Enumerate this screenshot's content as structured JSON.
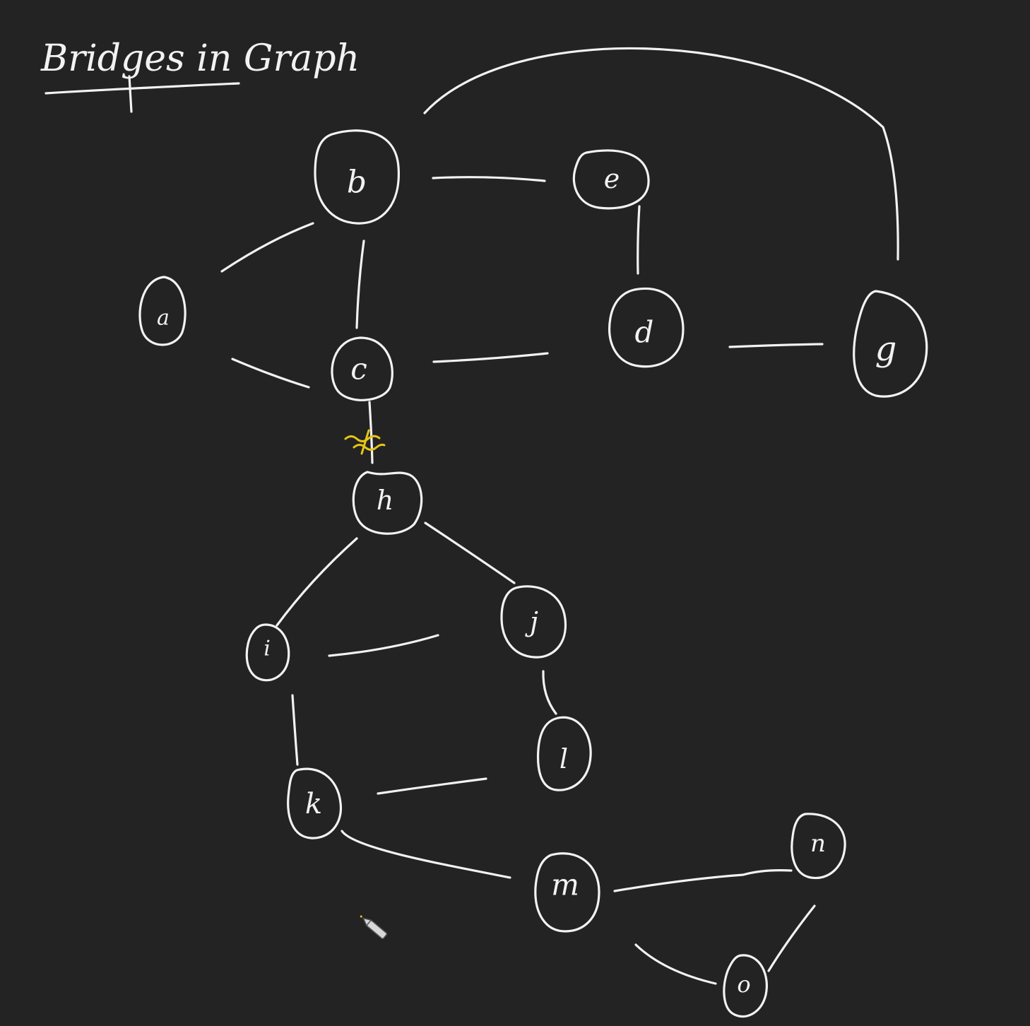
{
  "title": "Bridges in Graph",
  "colors": {
    "background": "#232323",
    "ink": "#f2f2f2",
    "bridge_marker": "#e6c619"
  },
  "nodes": [
    {
      "id": "a",
      "label": "a"
    },
    {
      "id": "b",
      "label": "b"
    },
    {
      "id": "c",
      "label": "c"
    },
    {
      "id": "e",
      "label": "e"
    },
    {
      "id": "d",
      "label": "d"
    },
    {
      "id": "g",
      "label": "g"
    },
    {
      "id": "h",
      "label": "h"
    },
    {
      "id": "i",
      "label": "i"
    },
    {
      "id": "j",
      "label": "j"
    },
    {
      "id": "l",
      "label": "l"
    },
    {
      "id": "k",
      "label": "k"
    },
    {
      "id": "m",
      "label": "m"
    },
    {
      "id": "n",
      "label": "n"
    },
    {
      "id": "o",
      "label": "o"
    }
  ],
  "edges": [
    {
      "from": "a",
      "to": "b"
    },
    {
      "from": "a",
      "to": "c"
    },
    {
      "from": "b",
      "to": "c"
    },
    {
      "from": "b",
      "to": "e"
    },
    {
      "from": "b",
      "to": "g"
    },
    {
      "from": "e",
      "to": "d"
    },
    {
      "from": "c",
      "to": "d"
    },
    {
      "from": "d",
      "to": "g"
    },
    {
      "from": "c",
      "to": "h",
      "bridge": true
    },
    {
      "from": "h",
      "to": "i"
    },
    {
      "from": "h",
      "to": "j"
    },
    {
      "from": "i",
      "to": "j"
    },
    {
      "from": "i",
      "to": "k"
    },
    {
      "from": "j",
      "to": "l"
    },
    {
      "from": "k",
      "to": "l"
    },
    {
      "from": "k",
      "to": "m"
    },
    {
      "from": "m",
      "to": "n"
    },
    {
      "from": "m",
      "to": "o"
    },
    {
      "from": "n",
      "to": "o"
    }
  ],
  "cursor": {
    "name": "pen-cursor-icon"
  }
}
